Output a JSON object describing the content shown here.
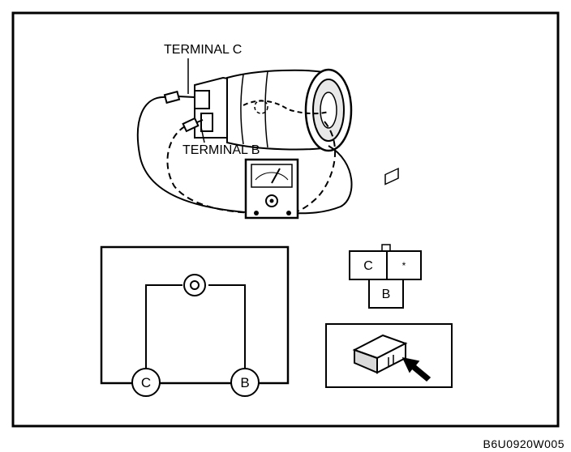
{
  "labels": {
    "terminal_c": "TERMINAL C",
    "terminal_b": "TERMINAL B"
  },
  "schematic": {
    "terminal_c": "C",
    "terminal_b": "B"
  },
  "connector": {
    "pin_c": "C",
    "pin_star": "*",
    "pin_b": "B"
  },
  "reference_code": "B6U0920W005",
  "colors": {
    "line": "#000000",
    "background": "#ffffff",
    "shade": "#d9d9d9"
  }
}
